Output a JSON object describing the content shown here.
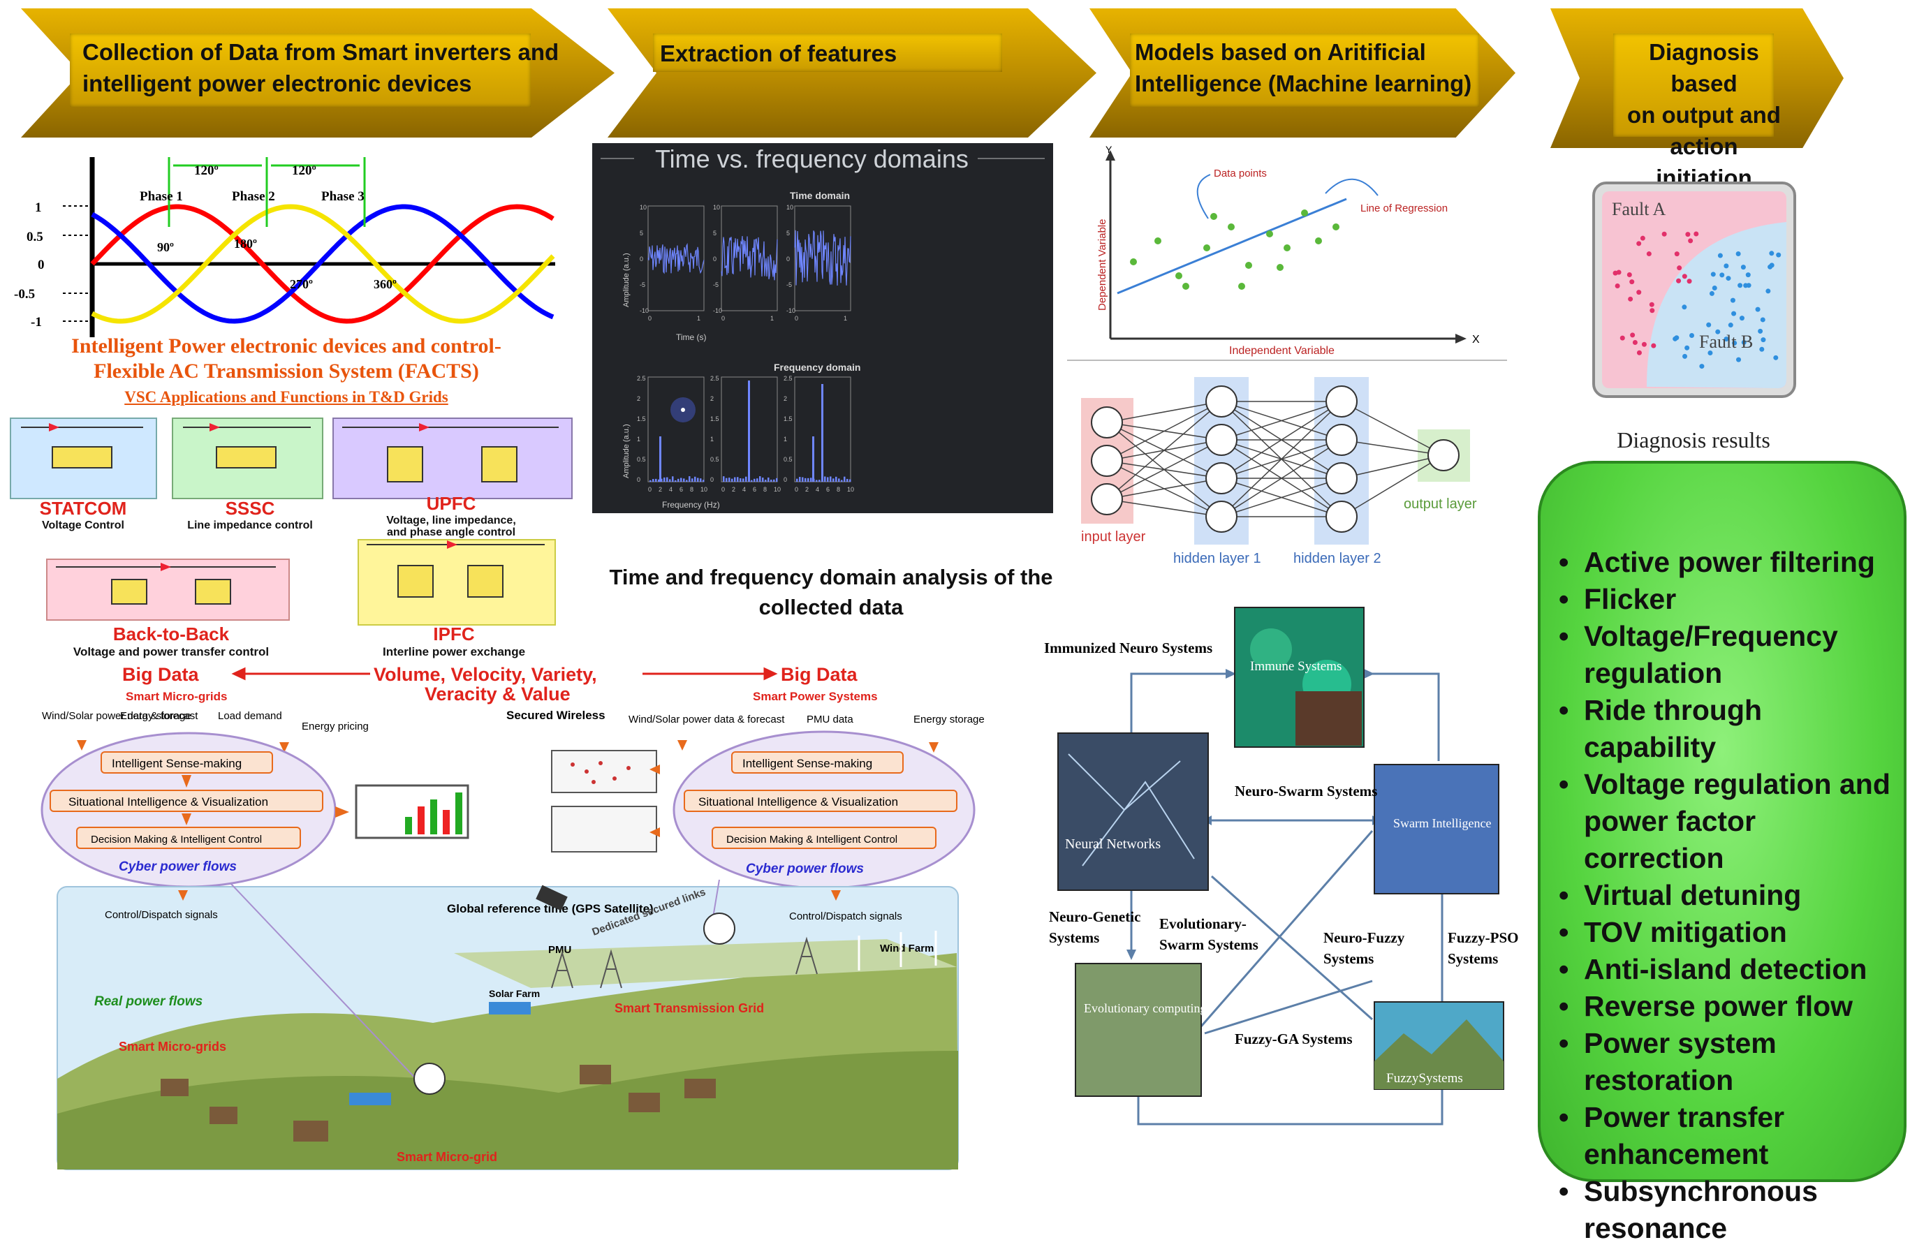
{
  "stages": [
    {
      "line1": "Collection of Data from Smart inverters and",
      "line2": "intelligent power electronic devices"
    },
    {
      "line1": "Extraction of features",
      "line2": ""
    },
    {
      "line1": "Models based on Aritificial",
      "line2": "Intelligence (Machine learning)"
    },
    {
      "line1": "Diagnosis based",
      "line2": "on output and",
      "line3": "action initiation"
    }
  ],
  "waveform": {
    "spacing_labels": [
      "120º",
      "120º"
    ],
    "phase_labels": [
      "Phase 1",
      "Phase 2",
      "Phase 3"
    ],
    "angle_labels": [
      "90º",
      "180º",
      "270º",
      "360º"
    ],
    "y_ticks": [
      "1",
      "0.5",
      "0",
      "-0.5",
      "-1"
    ],
    "colors": {
      "phase1": "#ff0000",
      "phase2": "#0000ff",
      "phase3": "#f5e400"
    }
  },
  "facts": {
    "title_line1": "Intelligent Power electronic devices and control-",
    "title_line2": "Flexible AC Transmission System (FACTS)",
    "subtitle": "VSC Applications and Functions in T&D Grids",
    "devices": [
      {
        "name": "STATCOM",
        "function": "Voltage Control"
      },
      {
        "name": "SSSC",
        "function": "Line impedance control"
      },
      {
        "name": "UPFC",
        "function": "Voltage, line impedance,",
        "function2": "and phase angle control"
      },
      {
        "name": "Back-to-Back",
        "function": "Voltage and power transfer control"
      },
      {
        "name": "IPFC",
        "function": "Interline power exchange"
      }
    ],
    "title_color": "#e8540c",
    "name_color": "#e0231c"
  },
  "bigdata": {
    "center_line1": "Volume, Velocity, Variety,",
    "center_line2": "Veracity & Value",
    "left_title": "Big Data",
    "left_sub": "Smart Micro-grids",
    "right_title": "Big Data",
    "right_sub": "Smart Power Systems",
    "left_inputs": [
      "Wind/Solar power data & forecast",
      "Energy storage",
      "Load demand",
      "Energy pricing"
    ],
    "right_inputs": [
      "Wind/Solar power data & forecast",
      "PMU data",
      "Energy storage"
    ],
    "secured": "Secured Wireless",
    "layers": [
      "Intelligent Sense-making",
      "Situational Intelligence & Visualization",
      "Decision Making & Intelligent Control"
    ],
    "cyber": "Cyber power flows",
    "dispatch": "Control/Dispatch signals",
    "gps": "Global reference time (GPS Satellite)",
    "links": "Dedicated secured links",
    "pmu": "PMU",
    "wind_farm": "Wind Farm",
    "solar_farm": "Solar Farm",
    "real_flows": "Real power flows",
    "smart_grids": "Smart Micro-grids",
    "transmission": "Smart Transmission Grid",
    "micro_grid": "Smart Micro-grid"
  },
  "timefreq": {
    "title": "Time vs. frequency domains",
    "time_label": "Time domain",
    "freq_label": "Frequency domain",
    "y_time": "Amplitude (a.u.)",
    "y_freq": "Amplitude (a.u.)",
    "x_time": "Time (s)",
    "x_freq": "Frequency (Hz)",
    "time_ticks_y": [
      "10",
      "5",
      "0",
      "-5",
      "-10"
    ],
    "time_ticks_x": [
      "0",
      "1"
    ],
    "freq_ticks_y": [
      "2.5",
      "2",
      "1.5",
      "1",
      "0.5",
      "0"
    ],
    "freq_ticks_x": [
      "0",
      "2",
      "4",
      "6",
      "8",
      "10"
    ],
    "caption_line1": "Time and frequency domain analysis of the",
    "caption_line2": "collected data"
  },
  "regression": {
    "data_points": "Data points",
    "line_label": "Line of Regression",
    "y_axis": "Dependent Variable",
    "x_axis": "Independent Variable",
    "y_letter": "Y",
    "x_letter": "X"
  },
  "nn": {
    "input": "input layer",
    "hidden1": "hidden layer 1",
    "hidden2": "hidden layer 2",
    "output": "output layer"
  },
  "hybrid": {
    "immunized": "Immunized Neuro Systems",
    "immune": "Immune Systems",
    "neural": "Neural Networks",
    "neuro_swarm": "Neuro-Swarm Systems",
    "swarm": "Swarm Intelligence",
    "neuro_genetic_1": "Neuro-Genetic",
    "neuro_genetic_2": "Systems",
    "evo_swarm_1": "Evolutionary-",
    "evo_swarm_2": "Swarm Systems",
    "neuro_fuzzy_1": "Neuro-Fuzzy",
    "neuro_fuzzy_2": "Systems",
    "fuzzy_pso_1": "Fuzzy-PSO",
    "fuzzy_pso_2": "Systems",
    "evo_comp": "Evolutionary computing",
    "fuzzy_ga": "Fuzzy-GA Systems",
    "fuzzy_sys": "FuzzySystems"
  },
  "fault": {
    "a": "Fault A",
    "b": "Fault B",
    "caption": "Diagnosis results"
  },
  "diagnosis_items": [
    "Active power filtering",
    "Flicker",
    "Voltage/Frequency regulation",
    "Ride through capability",
    "Voltage regulation and power factor correction",
    "Virtual detuning",
    "TOV mitigation",
    "Anti-island detection",
    "Reverse power flow",
    "Power system restoration",
    "Power transfer enhancement",
    "Subsynchronous resonance"
  ]
}
